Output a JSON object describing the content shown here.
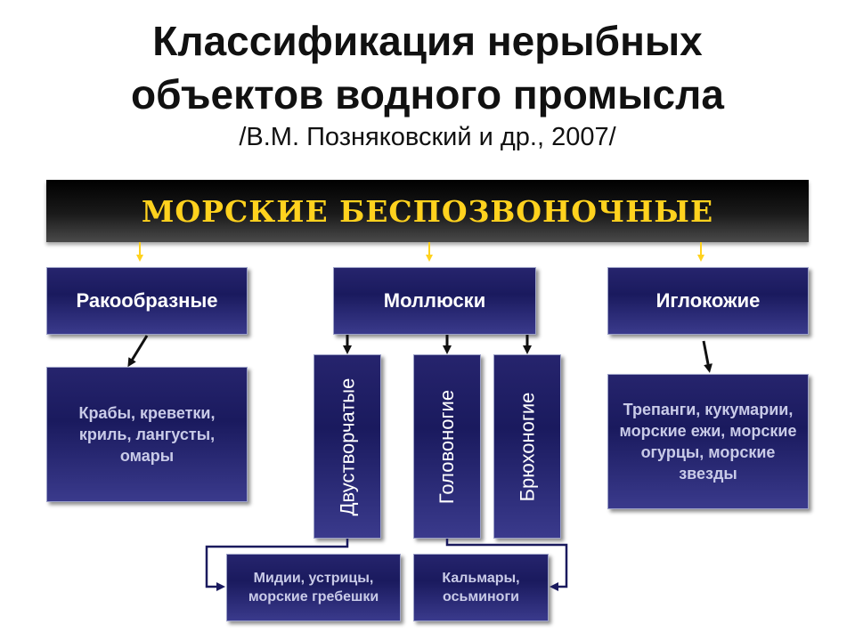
{
  "title": {
    "line1": "Классификация  нерыбных",
    "line2": "объектов водного промысла",
    "subtitle": "/В.М. Позняковский и др., 2007/"
  },
  "root": {
    "label": "МОРСКИЕ БЕСПОЗВОНОЧНЫЕ"
  },
  "categories": {
    "crustaceans": "Ракообразные",
    "mollusks": "Моллюски",
    "echinoderms": "Иглокожие"
  },
  "leaves": {
    "crustaceans": "Крабы, креветки, криль, лангусты, омары",
    "echinoderms": "Трепанги, кукумарии, морские ежи, морские огурцы, морские звезды",
    "bivalve_examples": "Мидии, устрицы, морские гребешки",
    "cephalopod_examples": "Кальмары, осьминоги"
  },
  "mollusk_classes": {
    "bivalves": "Двустворчатые",
    "cephalopods": "Головоногие",
    "gastropods": "Брюхоногие"
  },
  "colors": {
    "banner_text": "#ffd21e",
    "box_fill": "#1a1a5e",
    "connector_yellow": "#ffd21e"
  }
}
